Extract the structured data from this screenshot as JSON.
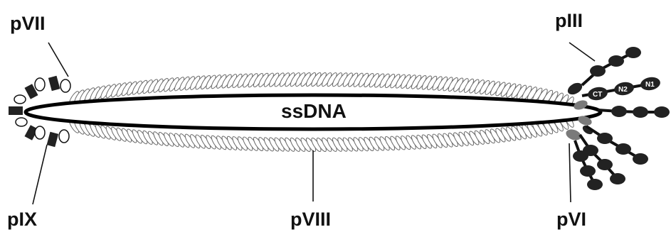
{
  "labels": {
    "pVII": "pVII",
    "pIII": "pIII",
    "pIX": "pIX",
    "pVIII": "pVIII",
    "pVI": "pVI",
    "ssDNA": "ssDNA"
  },
  "domains": {
    "ct": "CT",
    "n2": "N2",
    "n1": "N1"
  },
  "colors": {
    "coat_fill": "#ffffff",
    "coat_stroke": "#6a6a6a",
    "genome_outline": "#000000",
    "protein_dark": "#222222",
    "pVI_gray": "#7a7a7a"
  }
}
